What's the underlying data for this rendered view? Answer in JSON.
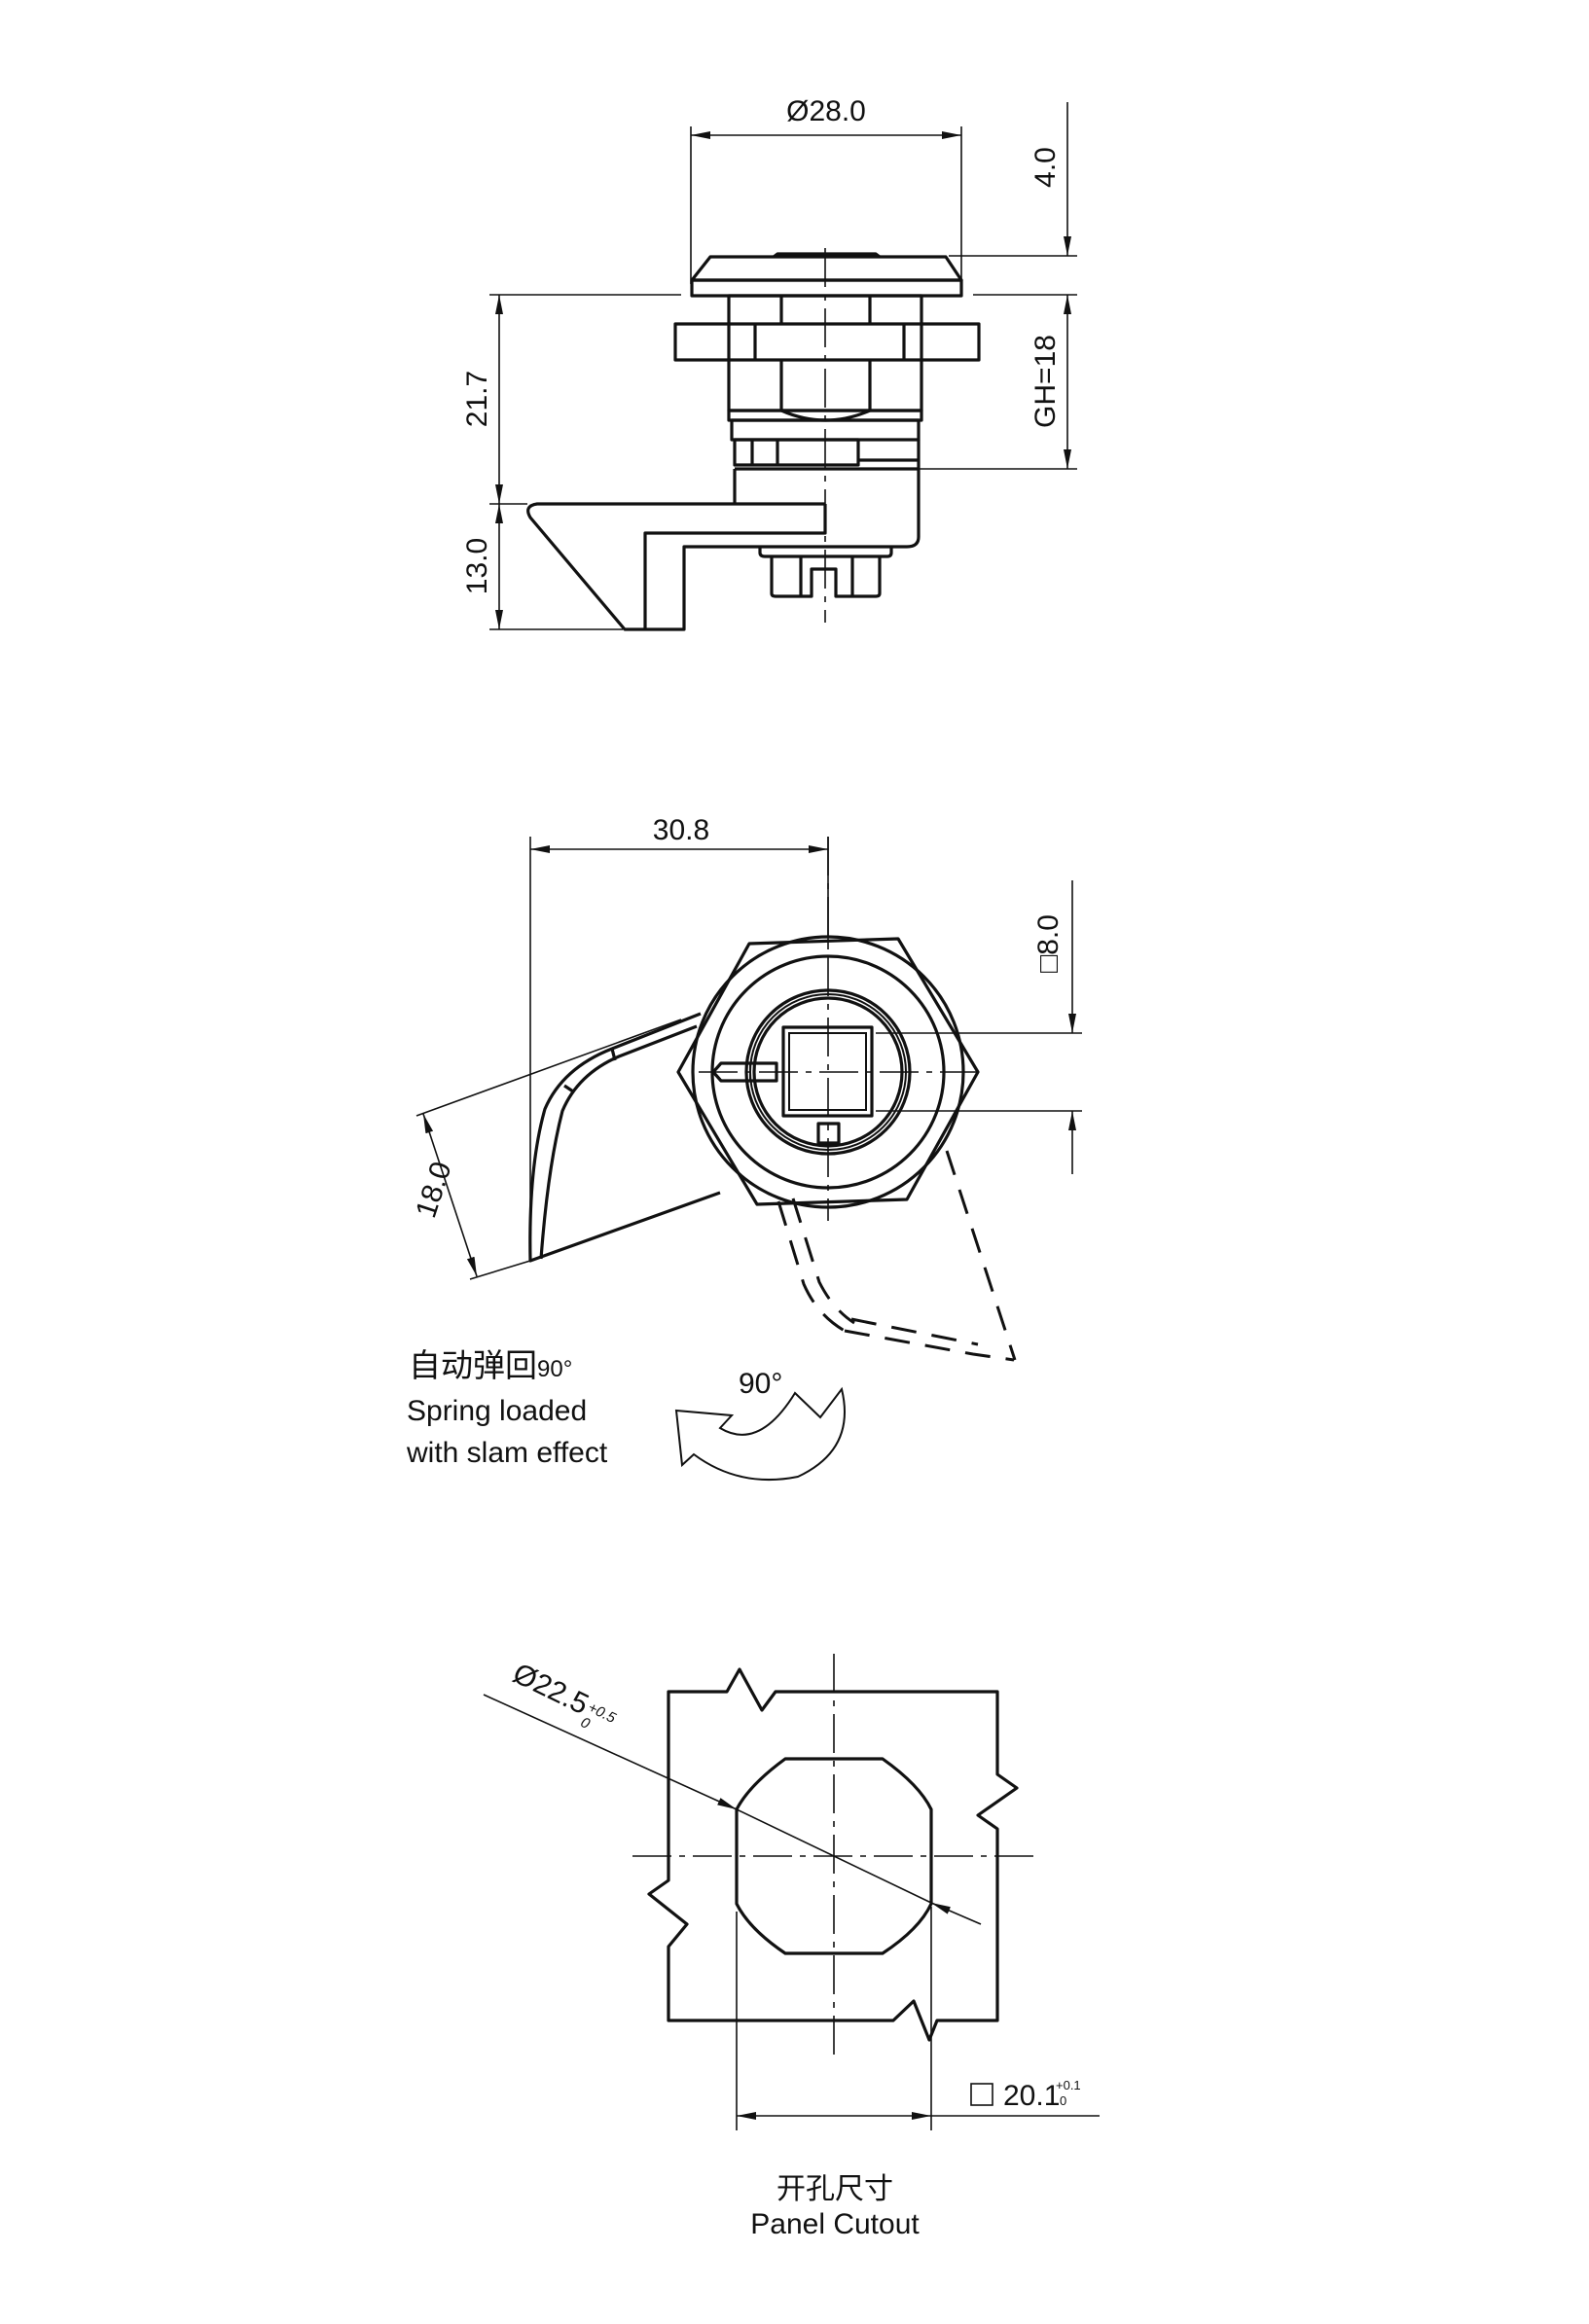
{
  "drawing": {
    "title": "Spring loaded cam lock technical drawing",
    "side_view": {
      "dim_diameter": "Ø28.0",
      "dim_bezel_height": "4.0",
      "dim_grip_height": "GH=18",
      "dim_body_length": "21.7",
      "dim_cam_height": "13.0"
    },
    "front_view": {
      "dim_cam_reach": "30.8",
      "dim_square_drive": "□8.0",
      "dim_cam_width": "18.0",
      "rotation_label": "90°",
      "note_cn": "自动弹回",
      "note_cn_angle": "90°",
      "note_en_line1": "Spring loaded",
      "note_en_line2": "with slam effect"
    },
    "cutout_view": {
      "dim_diameter": "Ø22.5",
      "dim_diameter_tol_upper": "+0.5",
      "dim_diameter_tol_lower": "0",
      "dim_width_symbol": "□",
      "dim_width": "20.1",
      "dim_width_tol_upper": "+0.1",
      "dim_width_tol_lower": "0",
      "caption_cn": "开孔尺寸",
      "caption_en": "Panel Cutout"
    }
  }
}
